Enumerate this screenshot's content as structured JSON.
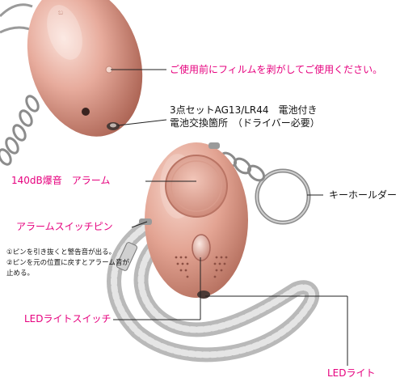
{
  "labels": {
    "film_notice": "ご使用前にフィルムを剥がしてご使用ください。",
    "battery_line1": "3点セットAG13/LR44　電池付き",
    "battery_line2": "電池交換箇所　（ドライバー必要）",
    "alarm_db": "140dB爆音　アラーム",
    "key_holder": "キーホールダー",
    "alarm_switch_pin": "アラームスイッチピン",
    "led_switch": "LEDライトスイッチ",
    "led_light": "LEDライト"
  },
  "notes": {
    "line1": "①ピンを引き抜くと警告音が出る。",
    "line2": "②ピンを元の位置に戻すとアラーム音が",
    "line3": "止める。"
  },
  "colors": {
    "accent_pink": "#e6007e",
    "device_rose": "#e2a597",
    "device_shadow": "#b87060",
    "leader_line": "#222222"
  }
}
